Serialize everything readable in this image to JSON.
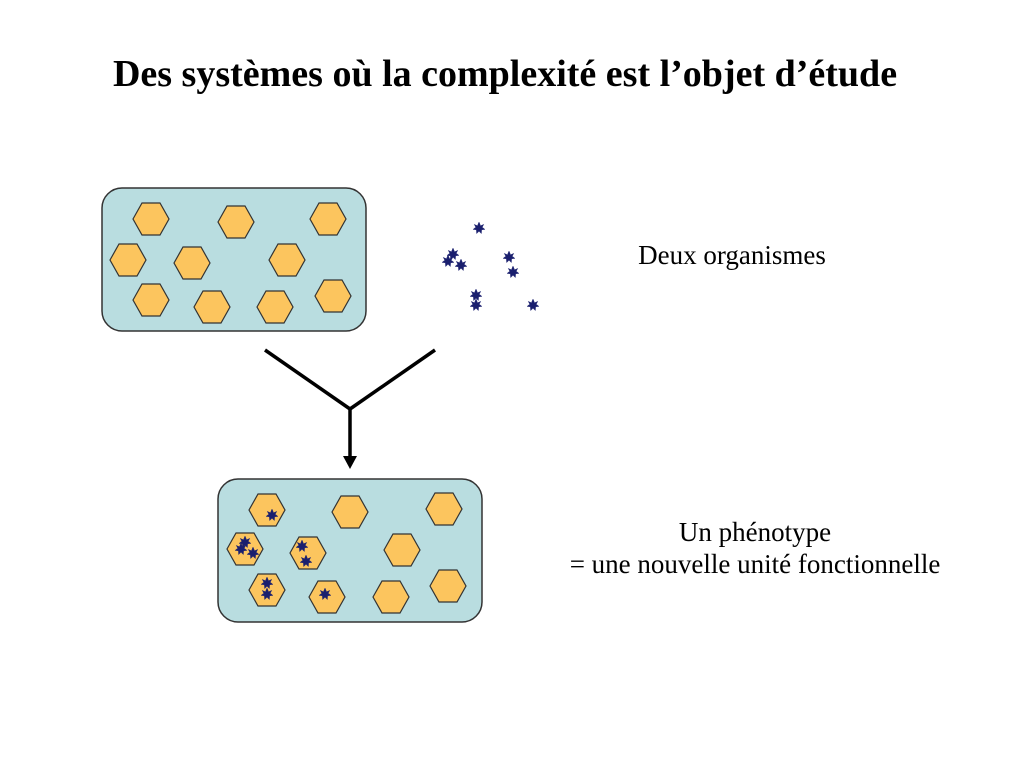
{
  "title": "Des systèmes où la complexité est l’objet d’étude",
  "labels": {
    "organisms": "Deux organismes",
    "phenotype_line1": "Un phénotype",
    "phenotype_line2": "= une nouvelle unité fonctionnelle"
  },
  "colors": {
    "box_fill": "#b9dde0",
    "box_stroke": "#333333",
    "cell_fill": "#fcc55e",
    "cell_stroke": "#333333",
    "particle_fill": "#1a1f6e"
  },
  "icons": {
    "cell": "hexagon-icon",
    "particle": "star-burst-icon"
  }
}
